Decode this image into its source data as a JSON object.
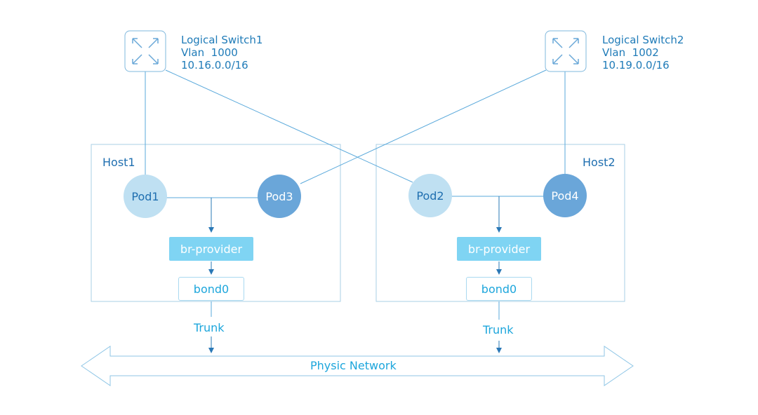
{
  "switches": [
    {
      "name": "Logical Switch1",
      "vlan": "Vlan  1000",
      "cidr": "10.16.0.0/16"
    },
    {
      "name": "Logical Switch2",
      "vlan": "Vlan  1002",
      "cidr": "10.19.0.0/16"
    }
  ],
  "hosts": [
    {
      "label": "Host1",
      "pods": [
        "Pod1",
        "Pod3"
      ],
      "bridge": "br-provider",
      "bond": "bond0",
      "trunk": "Trunk"
    },
    {
      "label": "Host2",
      "pods": [
        "Pod2",
        "Pod4"
      ],
      "bridge": "br-provider",
      "bond": "bond0",
      "trunk": "Trunk"
    }
  ],
  "network": {
    "label": "Physic Network"
  },
  "icons": {
    "switch": "switch-arrows-icon"
  },
  "colors": {
    "line": "#5aa9db",
    "pod_light": "#bfe0f2",
    "pod_dark": "#6aa6d9",
    "bridge": "#7fd4f3",
    "text_accent": "#1da6dc"
  }
}
